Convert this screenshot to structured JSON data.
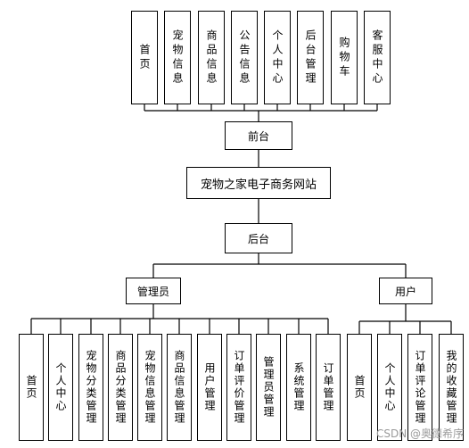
{
  "diagram": {
    "root": "宠物之家电子商务网站",
    "frontend": {
      "label": "前台",
      "modules": [
        "首页",
        "宠物信息",
        "商品信息",
        "公告信息",
        "个人中心",
        "后台管理",
        "购物车",
        "客服中心"
      ]
    },
    "backend": {
      "label": "后台",
      "roles": [
        {
          "label": "管理员",
          "modules": [
            "首页",
            "个人中心",
            "宠物分类管理",
            "商品分类管理",
            "宠物信息管理",
            "商品信息管理",
            "用户管理",
            "订单评价管理",
            "管理员管理",
            "系统管理",
            "订单管理"
          ]
        },
        {
          "label": "用户",
          "modules": [
            "首页",
            "个人中心",
            "订单评论管理",
            "我的收藏管理"
          ]
        }
      ]
    }
  },
  "watermark": "CSDN @奥德希序"
}
